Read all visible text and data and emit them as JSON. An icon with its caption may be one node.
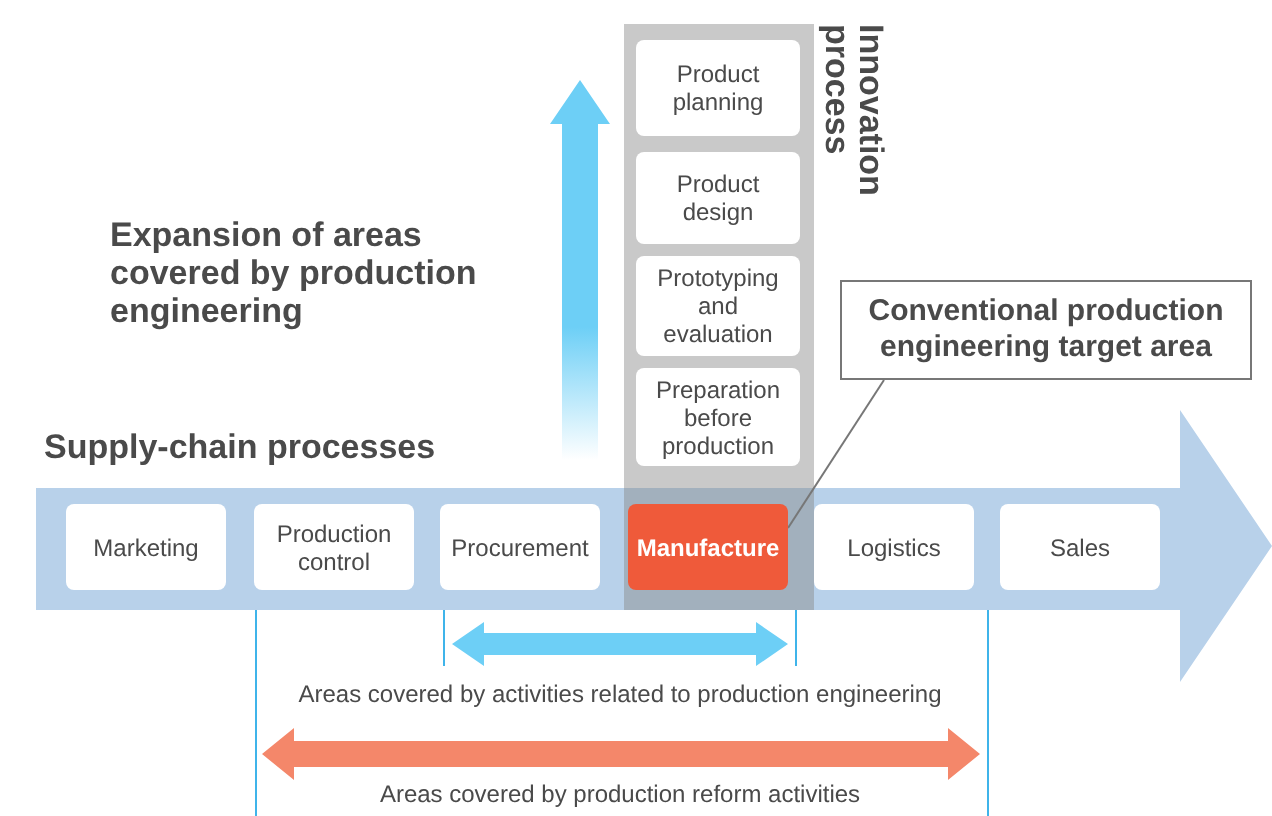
{
  "diagram": {
    "nodes": [
      {
        "text": [
          "Supply-chain processes"
        ]
      },
      {
        "text": [
          "Marketing"
        ],
        "in": 0
      },
      {
        "text": [
          "Production control"
        ],
        "in": 0
      },
      {
        "text": [
          "Procurement"
        ],
        "in": 0
      },
      {
        "text": [
          "Manufacture"
        ]
      },
      {
        "text": [
          "Logistics"
        ],
        "in": 0
      },
      {
        "text": [
          "Sales"
        ],
        "in": 0
      },
      {
        "text": [
          "Innovation process"
        ]
      },
      {
        "text": [
          "Product planning"
        ],
        "in": 7
      },
      {
        "text": [
          "Product design"
        ],
        "in": 7
      },
      {
        "text": [
          "Prototyping and evaluation"
        ],
        "in": 7
      },
      {
        "text": [
          "Preparation before production"
        ],
        "in": 7
      },
      {
        "text": [
          "Conventional production engineering target area"
        ]
      }
    ],
    "edges": [
      {
        "from": 12,
        "to": 4,
        "arrow": "none"
      }
    ],
    "labels": [
      "Expansion of areas covered by production engineering",
      "Areas covered by activities related to production engineering",
      "Areas covered by production reform activities"
    ]
  }
}
